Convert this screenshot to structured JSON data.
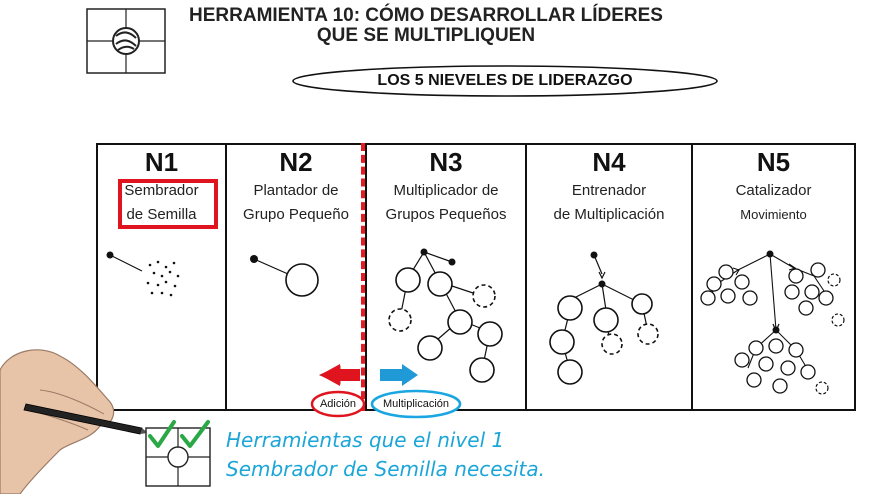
{
  "header": {
    "title_line1": "HERRAMIENTA 10: CÓMO DESARROLLAR LÍDERES",
    "title_line2": "QUE SE MULTIPLIQUEN",
    "subtitle": "LOS 5 NIEVELES DE LIDERAZGO"
  },
  "levels": [
    {
      "code": "N1",
      "line1": "Sembrador",
      "line2": "de Semilla"
    },
    {
      "code": "N2",
      "line1": "Plantador de",
      "line2": "Grupo Pequeño"
    },
    {
      "code": "N3",
      "line1": "Multiplicador de",
      "line2": "Grupos Pequeños"
    },
    {
      "code": "N4",
      "line1": "Entrenador",
      "line2": "de Multiplicación"
    },
    {
      "code": "N5",
      "line1": "Catalizador",
      "line2": "Movimiento"
    }
  ],
  "growth": {
    "addition": "Adición",
    "multiplication": "Multiplicación"
  },
  "footer": {
    "line1": "Herramientas que el nivel 1",
    "line2": "Sembrador de Semilla necesita."
  },
  "colors": {
    "highlight_red": "#e0141e",
    "divider_red": "#e51c24",
    "arrow_blue": "#1f9ad6",
    "oval_blue": "#1aa6e0",
    "check_green": "#2aa845",
    "footer_text": "#1ca6d8"
  }
}
